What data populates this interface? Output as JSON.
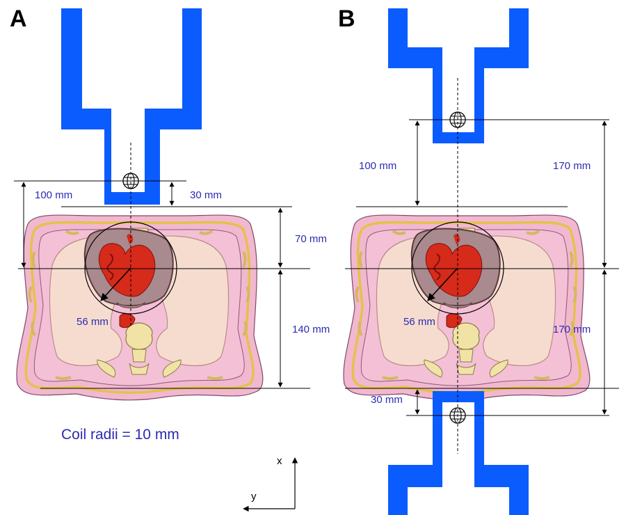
{
  "panels": {
    "a": {
      "letter": "A"
    },
    "b": {
      "letter": "B"
    }
  },
  "dimensions": {
    "a_coil_to_center": "100 mm",
    "a_coil_gap": "30 mm",
    "a_top_to_center": "70 mm",
    "a_center_to_back": "140 mm",
    "a_heart_radius": "56 mm",
    "b_top_coil_to_chest": "100 mm",
    "b_top_coil_to_center": "170 mm",
    "b_bottom_coil_to_center": "170 mm",
    "b_heart_radius": "56 mm",
    "b_bottom_coil_gap": "30 mm"
  },
  "caption": "Coil radii = 10 mm",
  "axes": {
    "x": "x",
    "y": "y"
  },
  "colors": {
    "coil_blue": "#0a5cff",
    "skin": "#f2b8cf",
    "lung": "#f6dccf",
    "heart": "#d62a1a",
    "fat": "#f1e3a6",
    "text_blue": "#2b2bb0"
  }
}
